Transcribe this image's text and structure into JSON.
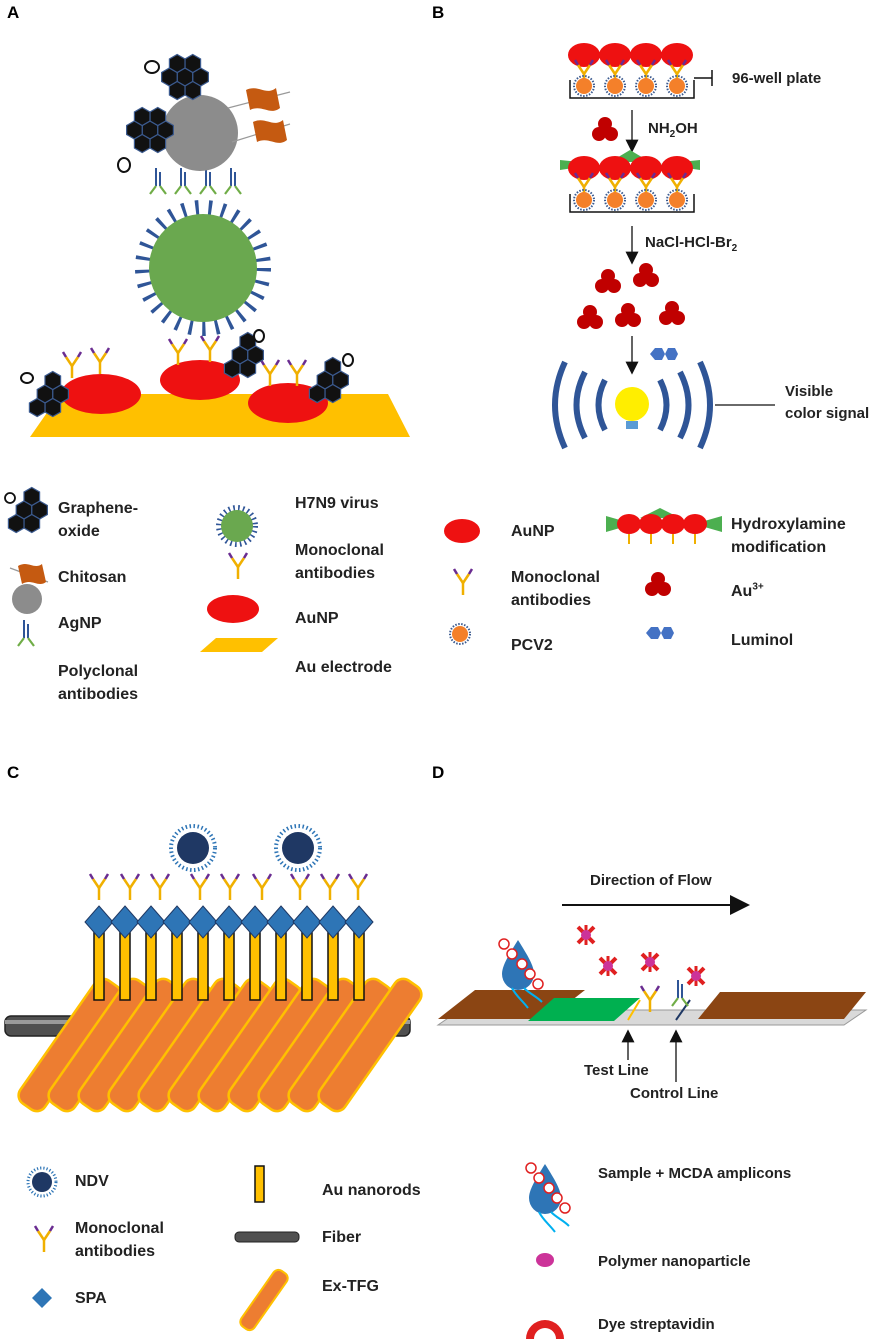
{
  "panels": {
    "a": "A",
    "b": "B",
    "c": "C",
    "d": "D"
  },
  "panel_a": {
    "legend": {
      "graphene_oxide_1": "Graphene-",
      "graphene_oxide_2": "oxide",
      "chitosan": "Chitosan",
      "agnp": "AgNP",
      "polyclonal_1": "Polyclonal",
      "polyclonal_2": "antibodies",
      "h7n9": "H7N9 virus",
      "monoclonal_1": "Monoclonal",
      "monoclonal_2": "antibodies",
      "aunp": "AuNP",
      "au_electrode": "Au electrode"
    }
  },
  "panel_b": {
    "plate_label": "96-well plate",
    "nh2oh": "NH",
    "nh2oh_sub": "2",
    "nh2oh_end": "OH",
    "nacl": "NaCl-HCl-Br",
    "nacl_sub": "2",
    "visible_1": "Visible",
    "visible_2": "color signal",
    "legend": {
      "aunp": "AuNP",
      "monoclonal_1": "Monoclonal",
      "monoclonal_2": "antibodies",
      "pcv2": "PCV2",
      "hydroxylamine_1": "Hydroxylamine",
      "hydroxylamine_2": "modification",
      "au3": "Au",
      "au3_sup": "3+",
      "luminol": "Luminol"
    }
  },
  "panel_c": {
    "legend": {
      "ndv": "NDV",
      "monoclonal_1": "Monoclonal",
      "monoclonal_2": "antibodies",
      "spa": "SPA",
      "au_nanorods": "Au nanorods",
      "fiber": "Fiber",
      "ex_tfg": "Ex-TFG"
    }
  },
  "panel_d": {
    "flow": "Direction of Flow",
    "test_line": "Test Line",
    "control_line": "Control Line",
    "legend": {
      "sample": "Sample + MCDA amplicons",
      "polymer": "Polymer nanoparticle",
      "dye": "Dye streptavidin"
    }
  },
  "colors": {
    "aunp_red": "#ee1111",
    "electrode_gold": "#ffc000",
    "virus_green": "#6aa84f",
    "spike_blue": "#2f5597",
    "agnp_gray": "#8c8c8c",
    "chitosan_orange": "#c55a11",
    "pcv2_orange": "#f4802a",
    "au3_darkred": "#c00000",
    "luminol_blue": "#4472c4",
    "ndv_navy": "#1f3864",
    "spa_blue": "#2e75b6",
    "rod_yellow": "#ffc000",
    "tfg_orange": "#ed7d31",
    "strip_brown": "#8b4513",
    "pad_green": "#00b050",
    "polymer_magenta": "#cc3399"
  }
}
